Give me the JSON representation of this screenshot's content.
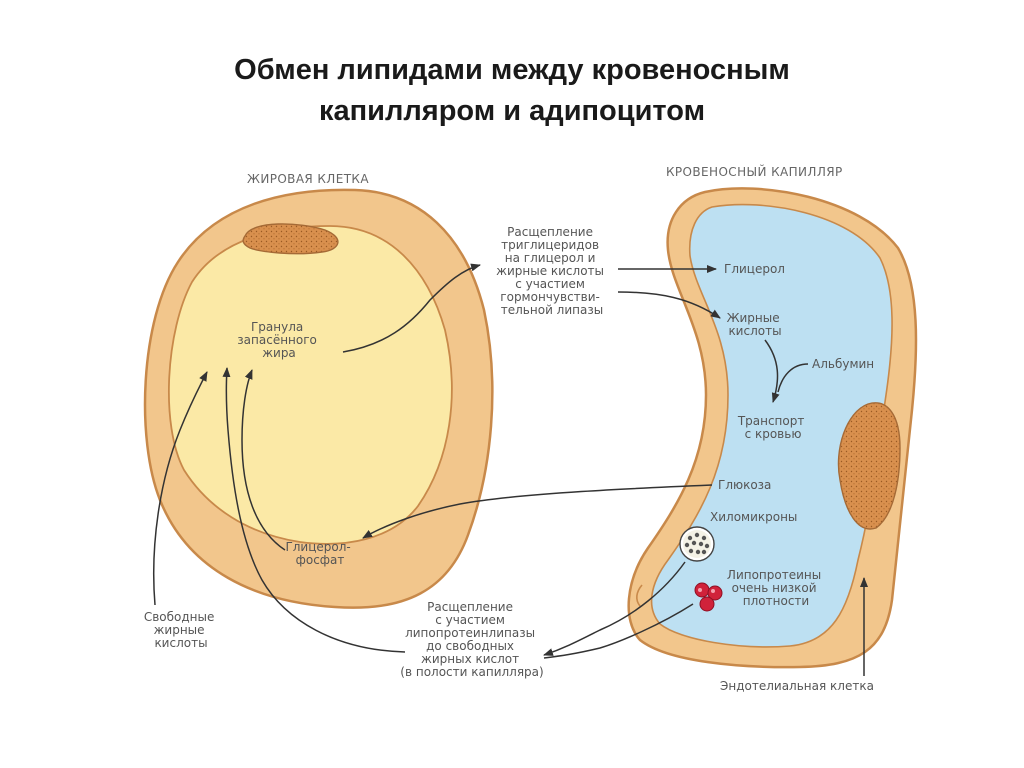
{
  "title": {
    "line1": "Обмен липидами между кровеносным",
    "line2": "капилляром и адипоцитом"
  },
  "labels": {
    "fat_cell": "ЖИРОВАЯ КЛЕТКА",
    "capillary": "КРОВЕНОСНЫЙ КАПИЛЛЯР",
    "fat_granule": [
      "Гранула",
      "запасённого",
      "жира"
    ],
    "hsl_cleavage": [
      "Расщепление",
      "триглицеридов",
      "на глицерол и",
      "жирные кислоты",
      "с участием",
      "гормончувстви-",
      "тельной липазы"
    ],
    "glycerol": "Глицерол",
    "fatty_acids": [
      "Жирные",
      "кислоты"
    ],
    "albumin": "Альбумин",
    "blood_transport": [
      "Транспорт",
      "с кровью"
    ],
    "glucose": "Глюкоза",
    "chylomicrons": "Хиломикроны",
    "vldl": [
      "Липопротеины",
      "очень низкой",
      "плотности"
    ],
    "glycerol_phosphate": [
      "Глицерол-",
      "фосфат"
    ],
    "free_fatty_acids": [
      "Свободные",
      "жирные",
      "кислоты"
    ],
    "lpl_cleavage": [
      "Расщепление",
      "с участием",
      "липопротеинлипазы",
      "до свободных",
      "жирных кислот",
      "(в полости капилляра)"
    ],
    "endothelial_cell": "Эндотелиальная клетка"
  },
  "colors": {
    "cell_border": "#c8894a",
    "cell_wall": "#f2c68c",
    "cell_cytoplasm": "#fbe9a6",
    "nucleus": "#d9904e",
    "capillary_lumen": "#bde0f2",
    "vldl_particle": "#d0223a",
    "arrow": "#333333"
  }
}
